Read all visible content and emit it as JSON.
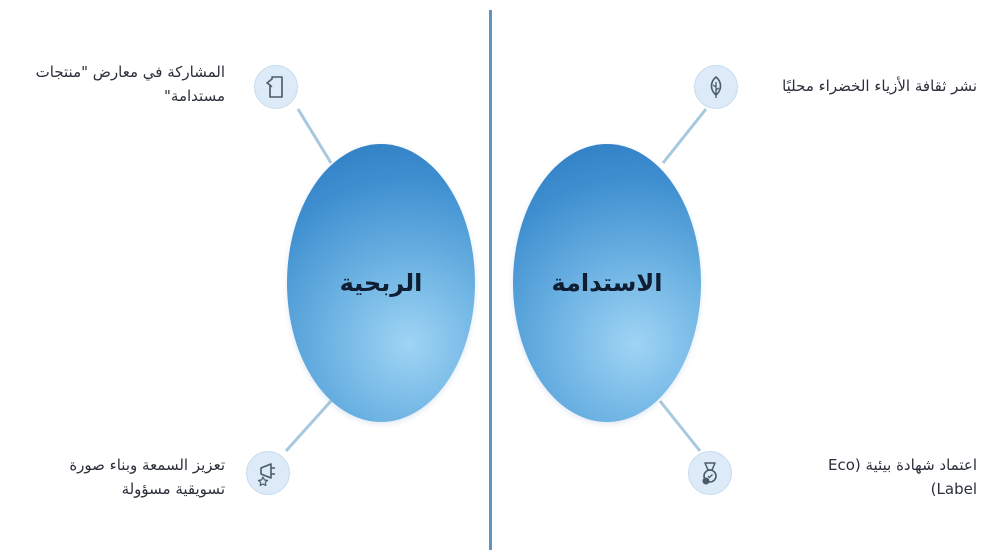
{
  "left": {
    "hub_label": "الربحية",
    "items": [
      {
        "icon": "document-icon",
        "line1": "المشاركة في معارض \"منتجات",
        "line2": "مستدامة\""
      },
      {
        "icon": "megaphone-icon",
        "line1": "تعزيز السمعة وبناء صورة",
        "line2": "تسويقية مسؤولة"
      }
    ]
  },
  "right": {
    "hub_label": "الاستدامة",
    "items": [
      {
        "icon": "leaf-icon",
        "line1": "نشر ثقافة الأزياء الخضراء محليًا",
        "line2": ""
      },
      {
        "icon": "medal-icon",
        "line1": "اعتماد شهادة بيئية (Eco",
        "line2": "Label)"
      }
    ]
  },
  "colors": {
    "divider": "#5f93c2",
    "connector": "#a8c8e0",
    "node_fill": "#dcebf7",
    "hub": "#4a9ad6"
  }
}
